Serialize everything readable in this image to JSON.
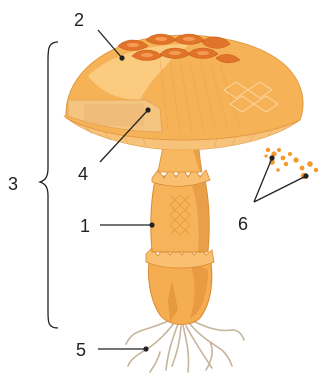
{
  "diagram": {
    "labels": {
      "l1": "1",
      "l2": "2",
      "l3": "3",
      "l4": "4",
      "l5": "5",
      "l6": "6"
    },
    "colors": {
      "cap": "#f6b257",
      "cap_light": "#fcd38e",
      "cap_dark": "#e9882a",
      "scales": "#e2742a",
      "gills": "#f9c57d",
      "stem": "#f5ad52",
      "stem_dark": "#d98a31",
      "roots": "#c9b9a5",
      "spores": "#f39a2b",
      "lines": "#222222"
    }
  }
}
